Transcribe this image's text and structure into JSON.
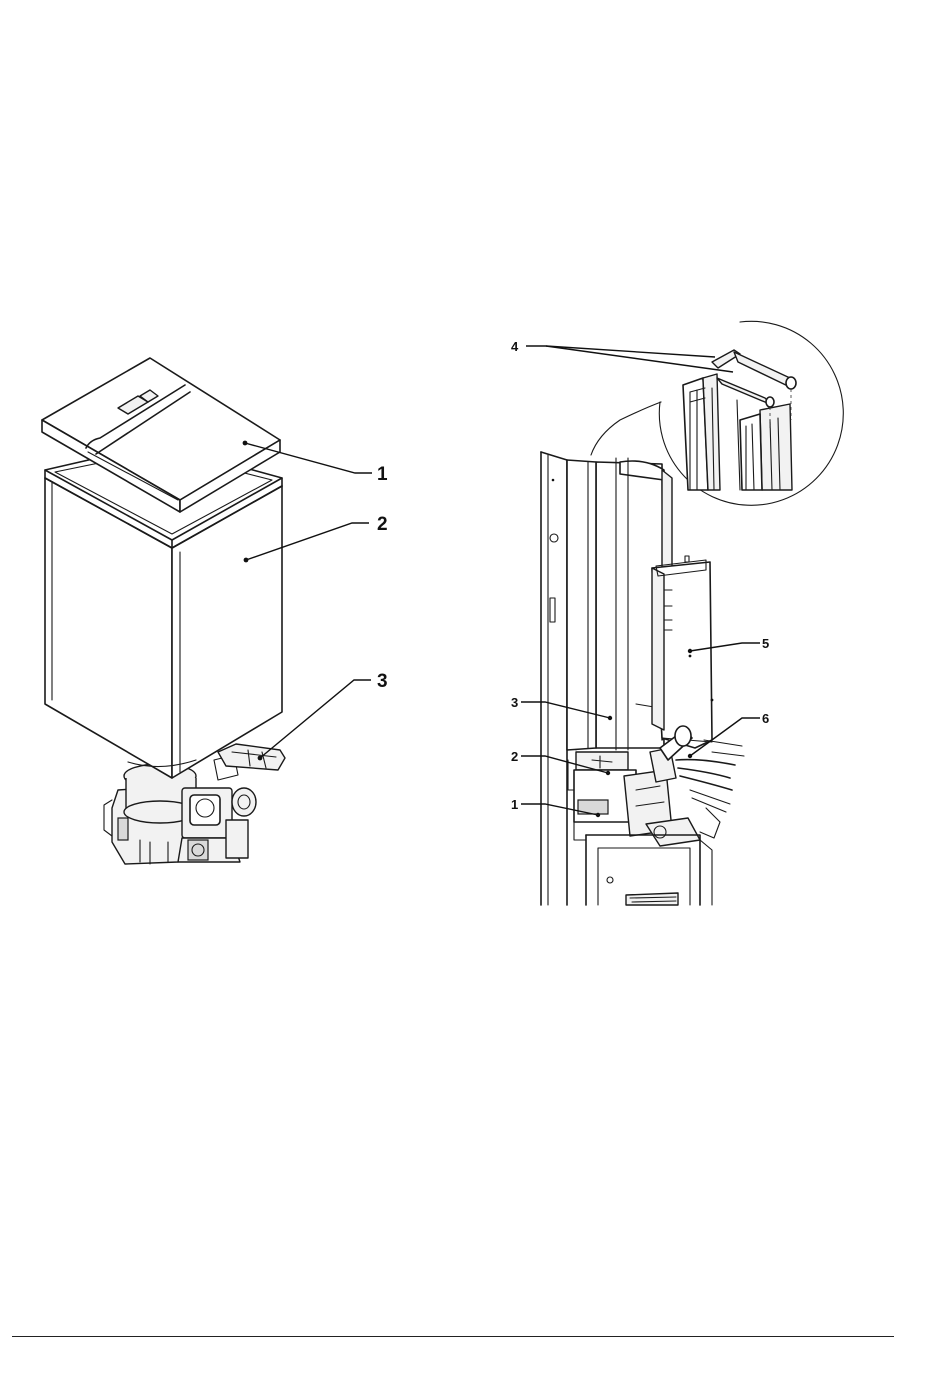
{
  "left_figure": {
    "callouts": [
      {
        "id": "1",
        "label": "1"
      },
      {
        "id": "2",
        "label": "2"
      },
      {
        "id": "3",
        "label": "3"
      }
    ]
  },
  "right_figure": {
    "callouts": [
      {
        "id": "1",
        "label": "1"
      },
      {
        "id": "2",
        "label": "2"
      },
      {
        "id": "3",
        "label": "3"
      },
      {
        "id": "4",
        "label": "4"
      },
      {
        "id": "5",
        "label": "5"
      },
      {
        "id": "6",
        "label": "6"
      }
    ]
  }
}
